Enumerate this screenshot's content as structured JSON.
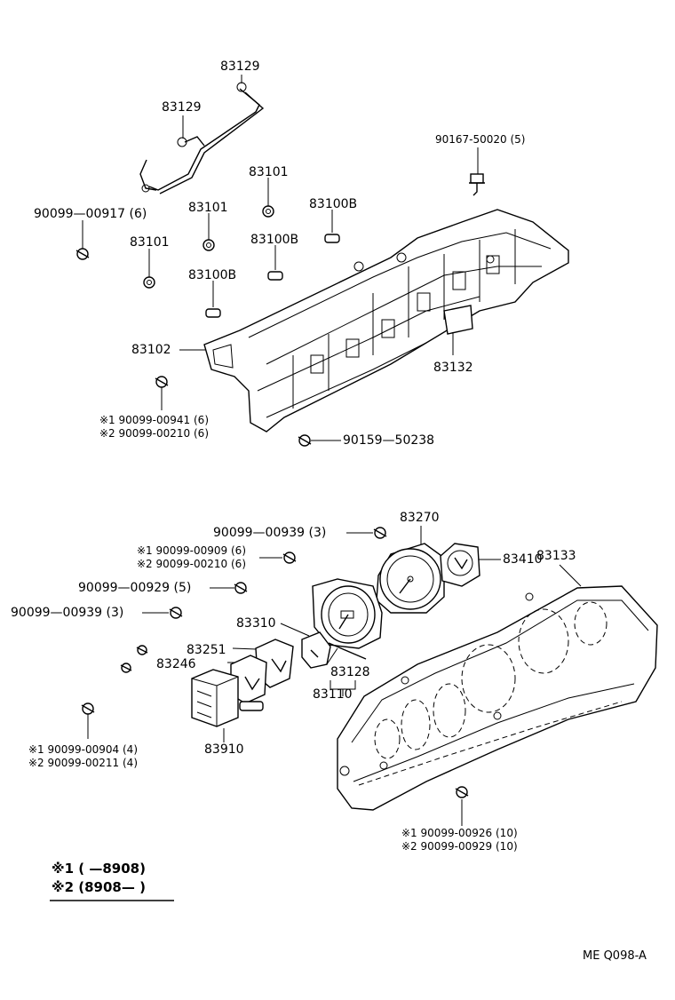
{
  "labels": {
    "p83129_a": "83129",
    "p83129_b": "83129",
    "p90167": "90167-50020 (5)",
    "p83101_a": "83101",
    "p90099_00917": "90099—00917 (6)",
    "p83101_b": "83101",
    "p83100b_a": "83100B",
    "p83101_c": "83101",
    "p83100b_b": "83100B",
    "p83100b_c": "83100B",
    "p83102": "83102",
    "p83132": "83132",
    "note_a1": "※1 90099-00941 (6)",
    "note_a2": "※2 90099-00210 (6)",
    "p90159": "90159—50238",
    "p90099_00939_a": "90099—00939 (3)",
    "p83270": "83270",
    "note_b1": "※1 90099-00909 (6)",
    "note_b2": "※2 90099-00210 (6)",
    "p83410": "83410",
    "p83133": "83133",
    "p90099_00929": "90099—00929 (5)",
    "p90099_00939_b": "90099—00939 (3)",
    "p83310": "83310",
    "p83251": "83251",
    "p83246": "83246",
    "p83128": "83128",
    "p83110": "83110",
    "p83910": "83910",
    "note_c1": "※1  90099-00904 (4)",
    "note_c2": "※2  90099-00211 (4)",
    "note_d1": "※1 90099-00926 (10)",
    "note_d2": "※2 90099-00929 (10)"
  },
  "legend": {
    "row1": "※1 (        —8908)",
    "row2": "※2 (8908—        )"
  },
  "figure_code": "ME  Q098-A"
}
